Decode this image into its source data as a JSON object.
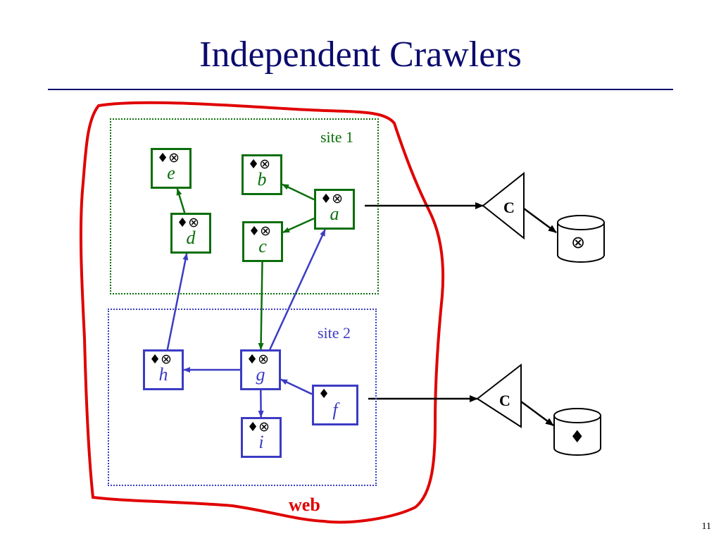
{
  "title": "Independent Crawlers",
  "sites": [
    {
      "id": "site1",
      "label": "site 1",
      "color": "#0a6e0a"
    },
    {
      "id": "site2",
      "label": "site 2",
      "color": "#3b3bc4"
    }
  ],
  "nodes": [
    {
      "id": "e",
      "label": "e",
      "site": "site1"
    },
    {
      "id": "b",
      "label": "b",
      "site": "site1"
    },
    {
      "id": "a",
      "label": "a",
      "site": "site1"
    },
    {
      "id": "d",
      "label": "d",
      "site": "site1"
    },
    {
      "id": "c",
      "label": "c",
      "site": "site1"
    },
    {
      "id": "h",
      "label": "h",
      "site": "site2"
    },
    {
      "id": "g",
      "label": "g",
      "site": "site2"
    },
    {
      "id": "f",
      "label": "f",
      "site": "site2"
    },
    {
      "id": "i",
      "label": "i",
      "site": "site2"
    }
  ],
  "node_marks": {
    "diamond": "♦",
    "otimes": "⊗"
  },
  "edges": [
    {
      "from": "d",
      "to": "e",
      "color": "#0a6e0a"
    },
    {
      "from": "a",
      "to": "b",
      "color": "#0a6e0a"
    },
    {
      "from": "a",
      "to": "c",
      "color": "#0a6e0a"
    },
    {
      "from": "c",
      "to": "g",
      "color": "#0a6e0a"
    },
    {
      "from": "g",
      "to": "a",
      "color": "#3b3bc4"
    },
    {
      "from": "h",
      "to": "d",
      "color": "#3b3bc4"
    },
    {
      "from": "g",
      "to": "h",
      "color": "#3b3bc4"
    },
    {
      "from": "f",
      "to": "g",
      "color": "#3b3bc4"
    },
    {
      "from": "g",
      "to": "i",
      "color": "#3b3bc4"
    }
  ],
  "crawlers": [
    {
      "label": "C",
      "from_node": "a",
      "store_symbol": "⊗"
    },
    {
      "label": "C",
      "from_node": "f",
      "store_symbol": "♦"
    }
  ],
  "web_label": "web",
  "web_color": "#e00000",
  "page_number": "11"
}
